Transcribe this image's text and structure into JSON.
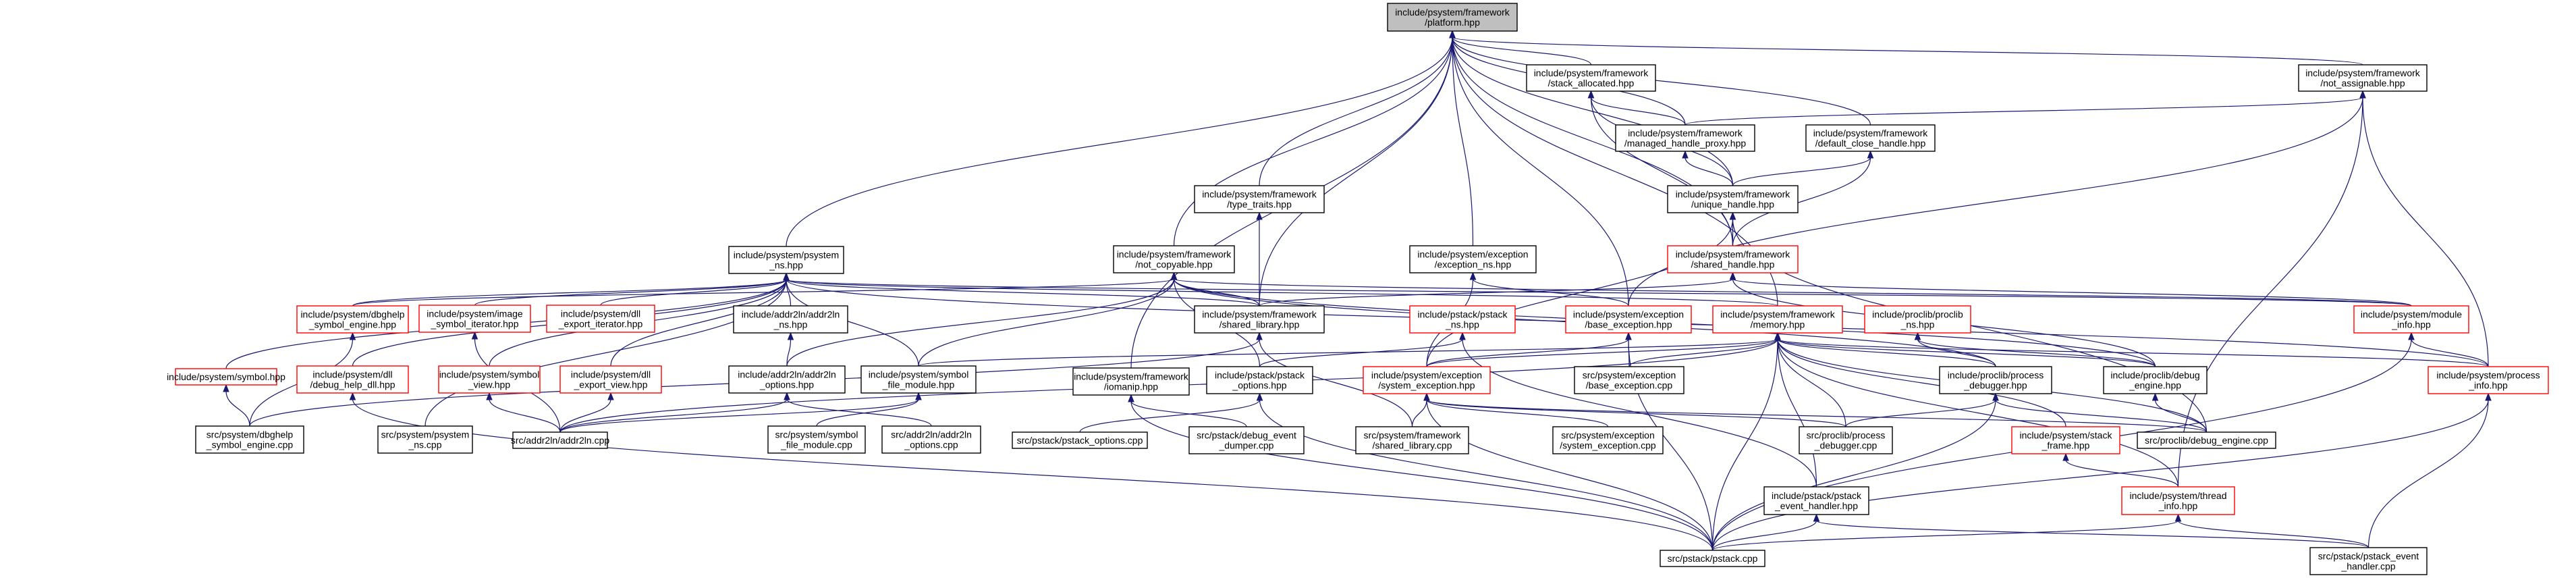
{
  "graph": {
    "title": "include/psystem/framework/platform.hpp dependency graph",
    "edge_color": "#191970",
    "root_fill": "#bfbfbf",
    "truncated_border": "#ff0000",
    "nodes": [
      {
        "id": "platform",
        "lines": [
          "include/psystem/framework",
          "/platform.hpp"
        ],
        "kind": "root"
      },
      {
        "id": "stack_allocated",
        "lines": [
          "include/psystem/framework",
          "/stack_allocated.hpp"
        ],
        "kind": "normal"
      },
      {
        "id": "not_assignable",
        "lines": [
          "include/psystem/framework",
          "/not_assignable.hpp"
        ],
        "kind": "normal"
      },
      {
        "id": "managed_handle_proxy",
        "lines": [
          "include/psystem/framework",
          "/managed_handle_proxy.hpp"
        ],
        "kind": "normal"
      },
      {
        "id": "default_close_handle",
        "lines": [
          "include/psystem/framework",
          "/default_close_handle.hpp"
        ],
        "kind": "normal"
      },
      {
        "id": "type_traits",
        "lines": [
          "include/psystem/framework",
          "/type_traits.hpp"
        ],
        "kind": "normal"
      },
      {
        "id": "unique_handle",
        "lines": [
          "include/psystem/framework",
          "/unique_handle.hpp"
        ],
        "kind": "normal"
      },
      {
        "id": "psystem_ns",
        "lines": [
          "include/psystem/psystem",
          "_ns.hpp"
        ],
        "kind": "normal"
      },
      {
        "id": "not_copyable",
        "lines": [
          "include/psystem/framework",
          "/not_copyable.hpp"
        ],
        "kind": "normal"
      },
      {
        "id": "exception_ns",
        "lines": [
          "include/psystem/exception",
          "/exception_ns.hpp"
        ],
        "kind": "normal"
      },
      {
        "id": "shared_handle",
        "lines": [
          "include/psystem/framework",
          "/shared_handle.hpp"
        ],
        "kind": "truncated"
      },
      {
        "id": "dbghelp_symbol_engine",
        "lines": [
          "include/psystem/dbghelp",
          "_symbol_engine.hpp"
        ],
        "kind": "truncated"
      },
      {
        "id": "image_symbol_iterator",
        "lines": [
          "include/psystem/image",
          "_symbol_iterator.hpp"
        ],
        "kind": "truncated"
      },
      {
        "id": "dll_export_iterator",
        "lines": [
          "include/psystem/dll",
          "_export_iterator.hpp"
        ],
        "kind": "truncated"
      },
      {
        "id": "addr2ln_ns",
        "lines": [
          "include/addr2ln/addr2ln",
          "_ns.hpp"
        ],
        "kind": "normal"
      },
      {
        "id": "shared_library_hpp",
        "lines": [
          "include/psystem/framework",
          "/shared_library.hpp"
        ],
        "kind": "normal"
      },
      {
        "id": "pstack_ns",
        "lines": [
          "include/pstack/pstack",
          "_ns.hpp"
        ],
        "kind": "truncated"
      },
      {
        "id": "base_exception",
        "lines": [
          "include/psystem/exception",
          "/base_exception.hpp"
        ],
        "kind": "truncated"
      },
      {
        "id": "memory",
        "lines": [
          "include/psystem/framework",
          "/memory.hpp"
        ],
        "kind": "truncated"
      },
      {
        "id": "proclib_ns",
        "lines": [
          "include/proclib/proclib",
          "_ns.hpp"
        ],
        "kind": "truncated"
      },
      {
        "id": "module_info",
        "lines": [
          "include/psystem/module",
          "_info.hpp"
        ],
        "kind": "truncated"
      },
      {
        "id": "symbol_hpp",
        "lines": [
          "include/psystem/symbol.hpp"
        ],
        "kind": "truncated"
      },
      {
        "id": "debug_help_dll",
        "lines": [
          "include/psystem/dll",
          "/debug_help_dll.hpp"
        ],
        "kind": "truncated"
      },
      {
        "id": "symbol_view",
        "lines": [
          "include/psystem/symbol",
          "_view.hpp"
        ],
        "kind": "truncated"
      },
      {
        "id": "dll_export_view",
        "lines": [
          "include/psystem/dll",
          "_export_view.hpp"
        ],
        "kind": "truncated"
      },
      {
        "id": "addr2ln_options_hpp",
        "lines": [
          "include/addr2ln/addr2ln",
          "_options.hpp"
        ],
        "kind": "normal"
      },
      {
        "id": "symbol_file_module_hpp",
        "lines": [
          "include/psystem/symbol",
          "_file_module.hpp"
        ],
        "kind": "normal"
      },
      {
        "id": "lomanip",
        "lines": [
          "include/psystem/framework",
          "/iomanip.hpp"
        ],
        "kind": "normal"
      },
      {
        "id": "pstack_options_hpp",
        "lines": [
          "include/pstack/pstack",
          "_options.hpp"
        ],
        "kind": "normal"
      },
      {
        "id": "system_exception_hpp",
        "lines": [
          "include/psystem/exception",
          "/system_exception.hpp"
        ],
        "kind": "truncated"
      },
      {
        "id": "base_exception_cpp",
        "lines": [
          "src/psystem/exception",
          "/base_exception.cpp"
        ],
        "kind": "normal"
      },
      {
        "id": "process_debugger_hpp",
        "lines": [
          "include/proclib/process",
          "_debugger.hpp"
        ],
        "kind": "normal"
      },
      {
        "id": "debug_engine_hpp",
        "lines": [
          "include/proclib/debug",
          "_engine.hpp"
        ],
        "kind": "normal"
      },
      {
        "id": "process_info",
        "lines": [
          "include/psystem/process",
          "_info.hpp"
        ],
        "kind": "truncated"
      },
      {
        "id": "dbghelp_symbol_engine_cpp",
        "lines": [
          "src/psystem/dbghelp",
          "_symbol_engine.cpp"
        ],
        "kind": "normal"
      },
      {
        "id": "psystem_ns_cpp",
        "lines": [
          "src/psystem/psystem",
          "_ns.cpp"
        ],
        "kind": "normal"
      },
      {
        "id": "addr2ln_cpp",
        "lines": [
          "src/addr2ln/addr2ln.cpp"
        ],
        "kind": "normal"
      },
      {
        "id": "symbol_file_module_cpp",
        "lines": [
          "src/psystem/symbol",
          "_file_module.cpp"
        ],
        "kind": "normal"
      },
      {
        "id": "addr2ln_options_cpp",
        "lines": [
          "src/addr2ln/addr2ln",
          "_options.cpp"
        ],
        "kind": "normal"
      },
      {
        "id": "pstack_options_cpp",
        "lines": [
          "src/pstack/pstack_options.cpp"
        ],
        "kind": "normal"
      },
      {
        "id": "debug_event_dumper_cpp",
        "lines": [
          "src/pstack/debug_event",
          "_dumper.cpp"
        ],
        "kind": "normal"
      },
      {
        "id": "shared_library_cpp",
        "lines": [
          "src/psystem/framework",
          "/shared_library.cpp"
        ],
        "kind": "normal"
      },
      {
        "id": "system_exception_cpp",
        "lines": [
          "src/psystem/exception",
          "/system_exception.cpp"
        ],
        "kind": "normal"
      },
      {
        "id": "process_debugger_cpp",
        "lines": [
          "src/proclib/process",
          "_debugger.cpp"
        ],
        "kind": "normal"
      },
      {
        "id": "stack_frame",
        "lines": [
          "include/psystem/stack",
          "_frame.hpp"
        ],
        "kind": "truncated"
      },
      {
        "id": "debug_engine_cpp",
        "lines": [
          "src/proclib/debug_engine.cpp"
        ],
        "kind": "normal"
      },
      {
        "id": "pstack_event_handler_hpp",
        "lines": [
          "include/pstack/pstack",
          "_event_handler.hpp"
        ],
        "kind": "normal"
      },
      {
        "id": "thread_info",
        "lines": [
          "include/psystem/thread",
          "_info.hpp"
        ],
        "kind": "truncated"
      },
      {
        "id": "pstack_cpp",
        "lines": [
          "src/pstack/pstack.cpp"
        ],
        "kind": "normal"
      },
      {
        "id": "pstack_event_handler_cpp",
        "lines": [
          "src/pstack/pstack_event",
          "_handler.cpp"
        ],
        "kind": "normal"
      }
    ],
    "edges": [
      [
        "stack_allocated",
        "platform"
      ],
      [
        "not_assignable",
        "platform"
      ],
      [
        "managed_handle_proxy",
        "platform"
      ],
      [
        "default_close_handle",
        "platform"
      ],
      [
        "type_traits",
        "platform"
      ],
      [
        "unique_handle",
        "platform"
      ],
      [
        "psystem_ns",
        "platform"
      ],
      [
        "not_copyable",
        "platform"
      ],
      [
        "exception_ns",
        "platform"
      ],
      [
        "shared_handle",
        "platform"
      ],
      [
        "shared_library_hpp",
        "platform"
      ],
      [
        "memory",
        "platform"
      ],
      [
        "lomanip",
        "platform"
      ],
      [
        "base_exception",
        "platform"
      ],
      [
        "managed_handle_proxy",
        "stack_allocated"
      ],
      [
        "unique_handle",
        "stack_allocated"
      ],
      [
        "shared_handle",
        "stack_allocated"
      ],
      [
        "managed_handle_proxy",
        "not_assignable"
      ],
      [
        "base_exception",
        "not_assignable"
      ],
      [
        "process_info",
        "not_assignable"
      ],
      [
        "thread_info",
        "not_assignable"
      ],
      [
        "unique_handle",
        "managed_handle_proxy"
      ],
      [
        "unique_handle",
        "default_close_handle"
      ],
      [
        "shared_handle",
        "default_close_handle"
      ],
      [
        "shared_handle",
        "unique_handle"
      ],
      [
        "debug_engine_cpp",
        "unique_handle"
      ],
      [
        "system_exception_hpp",
        "unique_handle"
      ],
      [
        "shared_library_hpp",
        "type_traits"
      ],
      [
        "dbghelp_symbol_engine",
        "psystem_ns"
      ],
      [
        "image_symbol_iterator",
        "psystem_ns"
      ],
      [
        "dll_export_iterator",
        "psystem_ns"
      ],
      [
        "addr2ln_ns",
        "psystem_ns"
      ],
      [
        "symbol_hpp",
        "psystem_ns"
      ],
      [
        "debug_help_dll",
        "psystem_ns"
      ],
      [
        "symbol_view",
        "psystem_ns"
      ],
      [
        "dll_export_view",
        "psystem_ns"
      ],
      [
        "symbol_file_module_hpp",
        "psystem_ns"
      ],
      [
        "module_info",
        "psystem_ns"
      ],
      [
        "process_info",
        "psystem_ns"
      ],
      [
        "memory",
        "psystem_ns"
      ],
      [
        "shared_library_hpp",
        "psystem_ns"
      ],
      [
        "psystem_ns_cpp",
        "psystem_ns"
      ],
      [
        "shared_library_hpp",
        "not_copyable"
      ],
      [
        "dbghelp_symbol_engine",
        "not_copyable"
      ],
      [
        "pstack_options_hpp",
        "not_copyable"
      ],
      [
        "symbol_file_module_hpp",
        "not_copyable"
      ],
      [
        "addr2ln_options_hpp",
        "not_copyable"
      ],
      [
        "debug_engine_hpp",
        "not_copyable"
      ],
      [
        "process_debugger_hpp",
        "not_copyable"
      ],
      [
        "module_info",
        "not_copyable"
      ],
      [
        "base_exception",
        "exception_ns"
      ],
      [
        "system_exception_hpp",
        "exception_ns"
      ],
      [
        "shared_library_hpp",
        "shared_handle"
      ],
      [
        "module_info",
        "shared_handle"
      ],
      [
        "debug_engine_hpp",
        "shared_handle"
      ],
      [
        "addr2ln_options_hpp",
        "addr2ln_ns"
      ],
      [
        "addr2ln_options_cpp",
        "addr2ln_options_hpp"
      ],
      [
        "addr2ln_cpp",
        "addr2ln_options_hpp"
      ],
      [
        "symbol_file_module_cpp",
        "symbol_file_module_hpp"
      ],
      [
        "addr2ln_cpp",
        "symbol_file_module_hpp"
      ],
      [
        "shared_library_cpp",
        "shared_library_hpp"
      ],
      [
        "dbghelp_symbol_engine_cpp",
        "shared_library_hpp"
      ],
      [
        "pstack_options_hpp",
        "pstack_ns"
      ],
      [
        "pstack_event_handler_hpp",
        "pstack_ns"
      ],
      [
        "system_exception_hpp",
        "base_exception"
      ],
      [
        "base_exception_cpp",
        "base_exception"
      ],
      [
        "pstack_cpp",
        "base_exception"
      ],
      [
        "process_debugger_hpp",
        "proclib_ns"
      ],
      [
        "debug_engine_hpp",
        "proclib_ns"
      ],
      [
        "process_info",
        "module_info"
      ],
      [
        "pstack_cpp",
        "module_info"
      ],
      [
        "system_exception_cpp",
        "system_exception_hpp"
      ],
      [
        "shared_library_cpp",
        "system_exception_hpp"
      ],
      [
        "pstack_cpp",
        "system_exception_hpp"
      ],
      [
        "debug_engine_cpp",
        "system_exception_hpp"
      ],
      [
        "process_debugger_cpp",
        "system_exception_hpp"
      ],
      [
        "pstack_options_cpp",
        "pstack_options_hpp"
      ],
      [
        "pstack_cpp",
        "pstack_options_hpp"
      ],
      [
        "debug_event_dumper_cpp",
        "lomanip"
      ],
      [
        "pstack_cpp",
        "lomanip"
      ],
      [
        "process_debugger_cpp",
        "process_debugger_hpp"
      ],
      [
        "pstack_cpp",
        "process_debugger_hpp"
      ],
      [
        "debug_engine_cpp",
        "process_debugger_hpp"
      ],
      [
        "debug_engine_cpp",
        "debug_engine_hpp"
      ],
      [
        "pstack_cpp",
        "process_info"
      ],
      [
        "pstack_event_handler_cpp",
        "process_info"
      ],
      [
        "thread_info",
        "stack_frame"
      ],
      [
        "pstack_cpp",
        "thread_info"
      ],
      [
        "pstack_event_handler_cpp",
        "thread_info"
      ],
      [
        "pstack_cpp",
        "pstack_event_handler_hpp"
      ],
      [
        "pstack_event_handler_cpp",
        "pstack_event_handler_hpp"
      ],
      [
        "addr2ln_cpp",
        "dll_export_view"
      ],
      [
        "addr2ln_cpp",
        "symbol_view"
      ],
      [
        "addr2ln_cpp",
        "image_symbol_iterator"
      ],
      [
        "dbghelp_symbol_engine_cpp",
        "dbghelp_symbol_engine"
      ],
      [
        "dbghelp_symbol_engine_cpp",
        "symbol_hpp"
      ],
      [
        "pstack_cpp",
        "debug_help_dll"
      ],
      [
        "pstack_cpp",
        "memory"
      ],
      [
        "process_debugger_hpp",
        "memory"
      ],
      [
        "debug_engine_hpp",
        "memory"
      ],
      [
        "stack_frame",
        "memory"
      ],
      [
        "process_info",
        "memory"
      ],
      [
        "thread_info",
        "memory"
      ],
      [
        "base_exception_cpp",
        "memory"
      ],
      [
        "system_exception_hpp",
        "memory"
      ],
      [
        "symbol_file_module_hpp",
        "memory"
      ],
      [
        "addr2ln_cpp",
        "memory"
      ],
      [
        "pstack_event_handler_hpp",
        "memory"
      ],
      [
        "process_debugger_cpp",
        "memory"
      ],
      [
        "debug_engine_cpp",
        "memory"
      ]
    ]
  }
}
